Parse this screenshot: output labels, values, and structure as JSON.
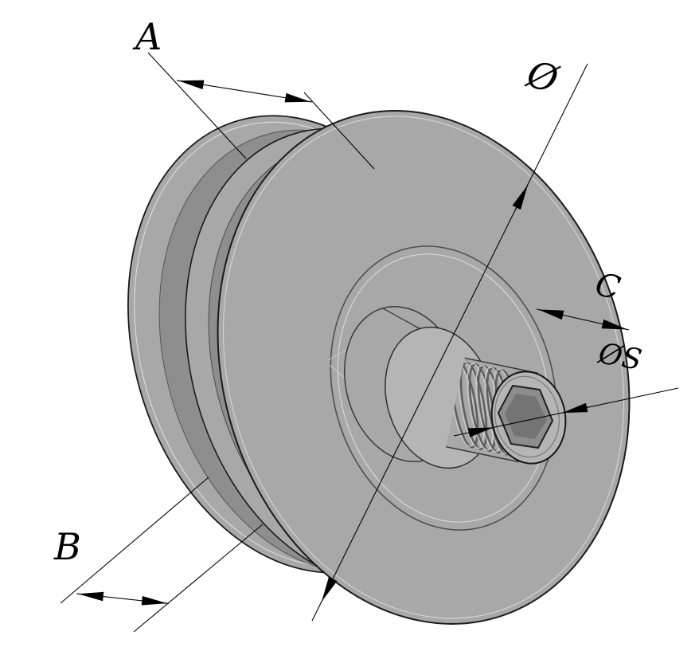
{
  "drawing": {
    "kind": "isometric-cad-part",
    "part_description": "grooved pulley wheel with threaded stud and hex socket",
    "labels": {
      "dim_a": "A",
      "dim_b": "B",
      "dim_diameter": "Ø",
      "dim_c": "C",
      "dim_socket_diameter": "ØS"
    },
    "colors": {
      "background": "#ffffff",
      "body": "#a8a8a8",
      "body_light": "#b5b5b5",
      "groove_shade": "#8e8e8e",
      "dark_shade": "#787878",
      "hex_fill": "#8d8d8d",
      "hex_inner": "#747474",
      "outline": "#1a1a1a",
      "dimension": "#000000",
      "highlight": "#d9d9d9"
    }
  }
}
